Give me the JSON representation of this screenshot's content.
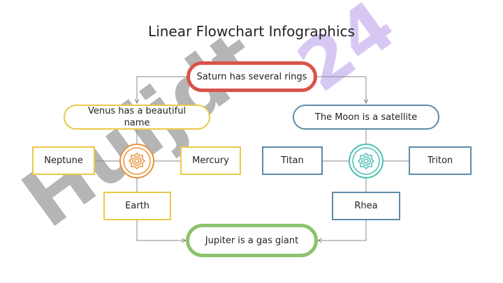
{
  "title": "Linear Flowchart Infographics",
  "colors": {
    "red": "#d9534a",
    "yellow": "#eac84a",
    "orange": "#e5933a",
    "blue": "#5b8ba8",
    "teal": "#4bbfb3",
    "green": "#8cc36c",
    "connector": "#888888",
    "watermark_gray": "#a8a8a8",
    "watermark_violet": "#c9b6ef"
  },
  "nodes": {
    "top": "Saturn has several rings",
    "left_group": "Venus has a beautiful name",
    "right_group": "The Moon is a satellite",
    "bottom": "Jupiter is a gas giant",
    "left_items": [
      "Neptune",
      "Mercury",
      "Earth"
    ],
    "right_items": [
      "Titan",
      "Triton",
      "Rhea"
    ]
  },
  "watermark": {
    "gray_text": "Huijdt",
    "violet_text": "24"
  },
  "icons": {
    "left_hub": "gear-icon",
    "right_hub": "gear-icon"
  }
}
